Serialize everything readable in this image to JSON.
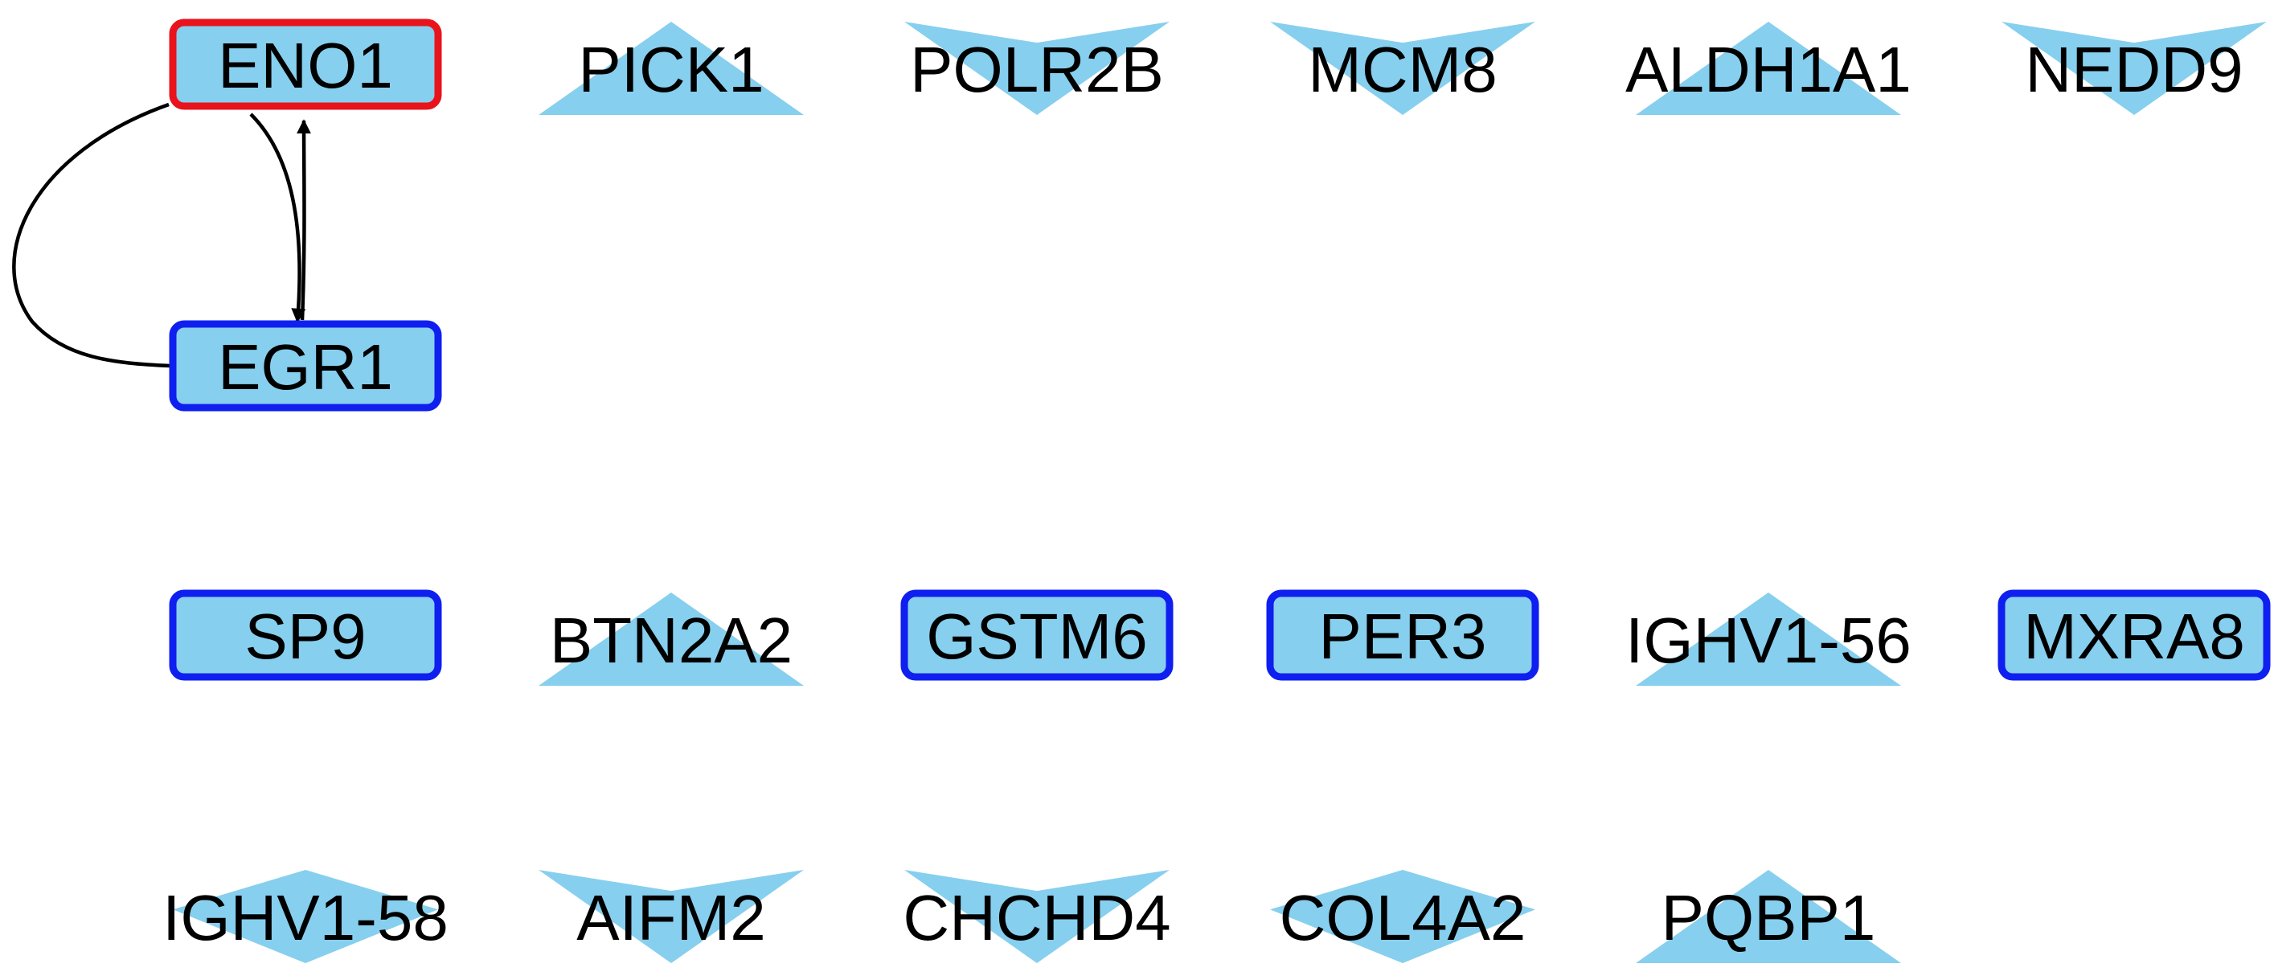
{
  "colors": {
    "node_fill": "#87cfee",
    "border_red": "#e8131b",
    "border_blue": "#0f1ff0",
    "edge": "#000000",
    "text": "#000000"
  },
  "nodes": [
    {
      "id": "ENO1",
      "label": "ENO1",
      "shape": "rect",
      "border": "red"
    },
    {
      "id": "PICK1",
      "label": "PICK1",
      "shape": "triangle-up"
    },
    {
      "id": "POLR2B",
      "label": "POLR2B",
      "shape": "v-down"
    },
    {
      "id": "MCM8",
      "label": "MCM8",
      "shape": "v-down"
    },
    {
      "id": "ALDH1A1",
      "label": "ALDH1A1",
      "shape": "triangle-up"
    },
    {
      "id": "NEDD9",
      "label": "NEDD9",
      "shape": "v-down"
    },
    {
      "id": "EGR1",
      "label": "EGR1",
      "shape": "rect",
      "border": "blue"
    },
    {
      "id": "SP9",
      "label": "SP9",
      "shape": "rect",
      "border": "blue"
    },
    {
      "id": "BTN2A2",
      "label": "BTN2A2",
      "shape": "triangle-up"
    },
    {
      "id": "GSTM6",
      "label": "GSTM6",
      "shape": "rect",
      "border": "blue"
    },
    {
      "id": "PER3",
      "label": "PER3",
      "shape": "rect",
      "border": "blue"
    },
    {
      "id": "IGHV1-56",
      "label": "IGHV1-56",
      "shape": "triangle-up"
    },
    {
      "id": "MXRA8",
      "label": "MXRA8",
      "shape": "rect",
      "border": "blue"
    },
    {
      "id": "IGHV1-58",
      "label": "IGHV1-58",
      "shape": "diamond"
    },
    {
      "id": "AIFM2",
      "label": "AIFM2",
      "shape": "v-down"
    },
    {
      "id": "CHCHD4",
      "label": "CHCHD4",
      "shape": "v-down"
    },
    {
      "id": "COL4A2",
      "label": "COL4A2",
      "shape": "diamond"
    },
    {
      "id": "PQBP1",
      "label": "PQBP1",
      "shape": "triangle-up"
    }
  ],
  "edges": [
    {
      "source": "ENO1",
      "target": "EGR1",
      "arrow": true
    },
    {
      "source": "EGR1",
      "target": "ENO1",
      "arrow": true
    },
    {
      "source": "ENO1",
      "target": "EGR1",
      "arrow": false
    }
  ]
}
